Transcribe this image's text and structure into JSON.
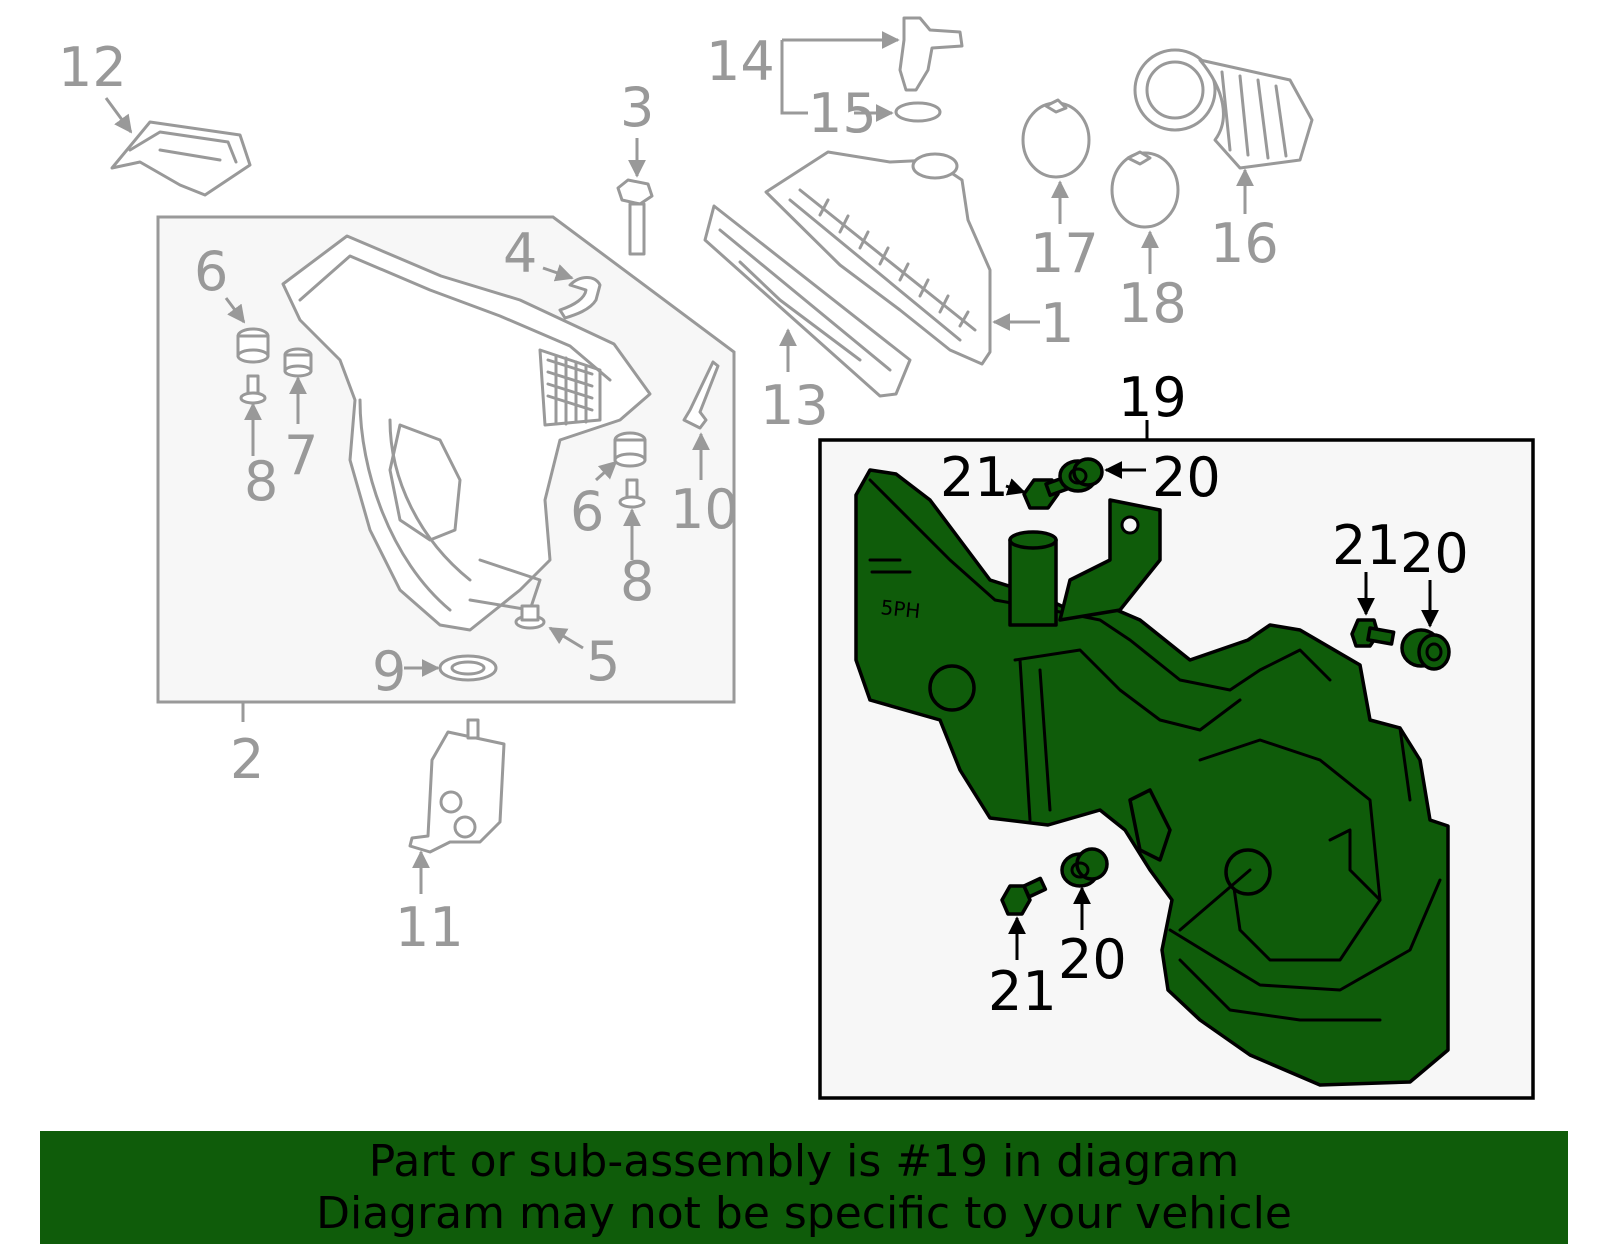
{
  "callouts": {
    "c1": "1",
    "c2": "2",
    "c3": "3",
    "c4": "4",
    "c5": "5",
    "c6a": "6",
    "c6b": "6",
    "c7": "7",
    "c8a": "8",
    "c8b": "8",
    "c9": "9",
    "c10": "10",
    "c11": "11",
    "c12": "12",
    "c13": "13",
    "c14": "14",
    "c15": "15",
    "c16": "16",
    "c17": "17",
    "c18": "18",
    "c19": "19",
    "c20a": "20",
    "c20b": "20",
    "c20c": "20",
    "c21a": "21",
    "c21b": "21",
    "c21c": "21"
  },
  "part_marking": "5PH",
  "banner": {
    "line1": "Part or sub-assembly is #19 in diagram",
    "line2": "Diagram may not be specific to your vehicle"
  },
  "colors": {
    "highlight": "#0f5c0a",
    "panel_background": "#f7f7f7",
    "context_parts": "#999999"
  }
}
